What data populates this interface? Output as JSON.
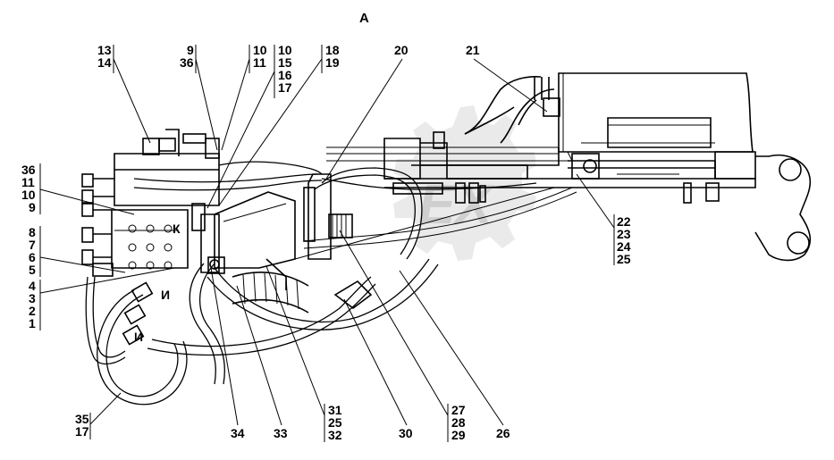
{
  "view_label": "А",
  "watermark_text": "EX",
  "inline_labels": {
    "k": "К",
    "i1": "И",
    "i2": "И"
  },
  "callouts": {
    "c13": "13",
    "c14": "14",
    "c9a": "9",
    "c36a": "36",
    "c10a": "10",
    "c11a": "11",
    "c10b": "10",
    "c15": "15",
    "c16": "16",
    "c17a": "17",
    "c18": "18",
    "c19": "19",
    "c20": "20",
    "c21": "21",
    "c36b": "36",
    "c11b": "11",
    "c10c": "10",
    "c9b": "9",
    "c8": "8",
    "c7": "7",
    "c6": "6",
    "c5": "5",
    "c4": "4",
    "c3": "3",
    "c2": "2",
    "c1": "1",
    "c22": "22",
    "c23": "23",
    "c24": "24",
    "c25a": "25",
    "c35": "35",
    "c17b": "17",
    "c34": "34",
    "c33": "33",
    "c31": "31",
    "c25b": "25",
    "c32": "32",
    "c30": "30",
    "c27": "27",
    "c28": "28",
    "c29": "29",
    "c26": "26"
  }
}
